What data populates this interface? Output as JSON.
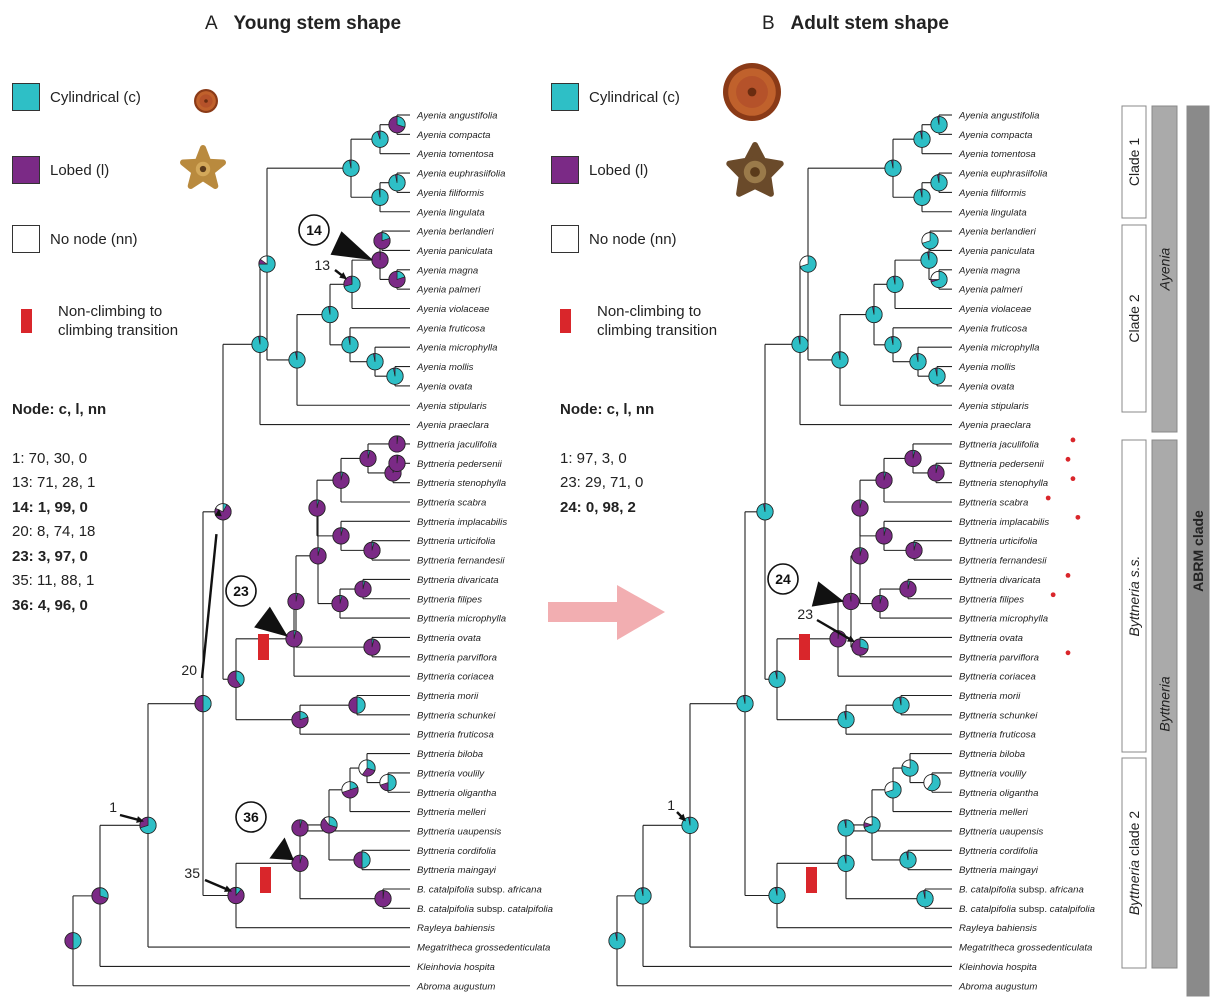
{
  "panels": [
    {
      "letter": "A",
      "title": "Young stem shape"
    },
    {
      "letter": "B",
      "title": "Adult stem shape"
    }
  ],
  "legend": {
    "cylindrical": "Cylindrical (c)",
    "lobed": "Lobed (l)",
    "no_node": "No node (nn)",
    "transition_line1": "Non-climbing to",
    "transition_line2": "climbing transition"
  },
  "colors": {
    "cylindrical": "#2ebfc6",
    "lobed": "#7b2a86",
    "no_node": "#ffffff",
    "transition": "#d9262b",
    "arrow": "#f2aeb1"
  },
  "node_table_header": "Node: c, l, nn",
  "node_table_A": [
    {
      "text": "1: 70, 30, 0",
      "bold": false
    },
    {
      "text": "13: 71, 28, 1",
      "bold": false
    },
    {
      "text": "14: 1, 99, 0",
      "bold": true
    },
    {
      "text": "20: 8, 74, 18",
      "bold": false
    },
    {
      "text": "23: 3, 97, 0",
      "bold": true
    },
    {
      "text": "35: 11, 88, 1",
      "bold": false
    },
    {
      "text": "36: 4, 96, 0",
      "bold": true
    }
  ],
  "node_table_B": [
    {
      "text": "1: 97, 3, 0",
      "bold": false
    },
    {
      "text": "23: 29, 71, 0",
      "bold": false
    },
    {
      "text": "24: 0, 98, 2",
      "bold": true
    }
  ],
  "taxa": [
    {
      "pre": "",
      "name": "Ayenia angustifolia",
      "post": ""
    },
    {
      "pre": "",
      "name": "Ayenia compacta",
      "post": ""
    },
    {
      "pre": "",
      "name": "Ayenia tomentosa",
      "post": ""
    },
    {
      "pre": "",
      "name": "Ayenia euphrasiifolia",
      "post": ""
    },
    {
      "pre": "",
      "name": "Ayenia filiformis",
      "post": ""
    },
    {
      "pre": "",
      "name": "Ayenia lingulata",
      "post": ""
    },
    {
      "pre": "",
      "name": "Ayenia berlandieri",
      "post": ""
    },
    {
      "pre": "",
      "name": "Ayenia paniculata",
      "post": ""
    },
    {
      "pre": "",
      "name": "Ayenia magna",
      "post": ""
    },
    {
      "pre": "",
      "name": "Ayenia palmeri",
      "post": ""
    },
    {
      "pre": "",
      "name": "Ayenia violaceae",
      "post": ""
    },
    {
      "pre": "",
      "name": "Ayenia fruticosa",
      "post": ""
    },
    {
      "pre": "",
      "name": "Ayenia microphylla",
      "post": ""
    },
    {
      "pre": "",
      "name": "Ayenia mollis",
      "post": ""
    },
    {
      "pre": "",
      "name": "Ayenia ovata",
      "post": ""
    },
    {
      "pre": "",
      "name": "Ayenia stipularis",
      "post": ""
    },
    {
      "pre": "",
      "name": "Ayenia praeclara",
      "post": ""
    },
    {
      "pre": "",
      "name": "Byttneria jaculifolia",
      "post": ""
    },
    {
      "pre": "",
      "name": "Byttneria pedersenii",
      "post": ""
    },
    {
      "pre": "",
      "name": "Byttneria stenophylla",
      "post": ""
    },
    {
      "pre": "",
      "name": "Byttneria scabra",
      "post": ""
    },
    {
      "pre": "",
      "name": "Byttneria implacabilis",
      "post": ""
    },
    {
      "pre": "",
      "name": "Byttneria urticifolia",
      "post": ""
    },
    {
      "pre": "",
      "name": "Byttneria fernandesii",
      "post": ""
    },
    {
      "pre": "",
      "name": "Byttneria divaricata",
      "post": ""
    },
    {
      "pre": "",
      "name": "Byttneria filipes",
      "post": ""
    },
    {
      "pre": "",
      "name": "Byttneria microphylla",
      "post": ""
    },
    {
      "pre": "",
      "name": "Byttneria ovata",
      "post": ""
    },
    {
      "pre": "",
      "name": "Byttneria parviflora",
      "post": ""
    },
    {
      "pre": "",
      "name": "Byttneria coriacea",
      "post": ""
    },
    {
      "pre": "",
      "name": "Byttneria morii",
      "post": ""
    },
    {
      "pre": "",
      "name": "Byttneria schunkei",
      "post": ""
    },
    {
      "pre": "",
      "name": "Byttneria fruticosa",
      "post": ""
    },
    {
      "pre": "",
      "name": "Byttneria biloba",
      "post": ""
    },
    {
      "pre": "",
      "name": "Byttneria voulily",
      "post": ""
    },
    {
      "pre": "",
      "name": "Byttneria oligantha",
      "post": ""
    },
    {
      "pre": "",
      "name": "Byttneria melleri",
      "post": ""
    },
    {
      "pre": "",
      "name": "Byttneria uaupensis",
      "post": ""
    },
    {
      "pre": "",
      "name": "Byttneria cordifolia",
      "post": ""
    },
    {
      "pre": "",
      "name": "Byttneria maingayi",
      "post": ""
    },
    {
      "pre": "B. catalpifolia",
      "name": "subsp.",
      "post": "africana"
    },
    {
      "pre": "B. catalpifolia",
      "name": "subsp.",
      "post": "catalpifolia"
    },
    {
      "pre": "",
      "name": "Rayleya bahiensis",
      "post": ""
    },
    {
      "pre": "",
      "name": "Megatritheca grossedenticulata",
      "post": ""
    },
    {
      "pre": "",
      "name": "Kleinhovia hospita",
      "post": ""
    },
    {
      "pre": "",
      "name": "Abroma augustum",
      "post": ""
    }
  ],
  "climbing_taxa_B": [
    "Byttneria jaculifolia",
    "Byttneria pedersenii",
    "Byttneria stenophylla",
    "Byttneria scabra",
    "Byttneria implacabilis",
    "Byttneria divaricata",
    "Byttneria filipes",
    "Byttneria parviflora"
  ],
  "node_labels_A": [
    {
      "text": "1",
      "callout": false
    },
    {
      "text": "13",
      "callout": false
    },
    {
      "text": "14",
      "callout": true
    },
    {
      "text": "20",
      "callout": false
    },
    {
      "text": "23",
      "callout": true
    },
    {
      "text": "35",
      "callout": false
    },
    {
      "text": "36",
      "callout": true
    }
  ],
  "node_labels_B": [
    {
      "text": "1",
      "callout": false
    },
    {
      "text": "23",
      "callout": false
    },
    {
      "text": "24",
      "callout": true
    }
  ],
  "clade_brackets": [
    {
      "label": "Clade 1",
      "italic_part": ""
    },
    {
      "label": "Clade 2",
      "italic_part": ""
    },
    {
      "label": "Ayenia",
      "italic_part": "Ayenia"
    },
    {
      "label": "Byttneria s.s.",
      "italic_part": "Byttneria s.s."
    },
    {
      "label": "Byttneria clade 2",
      "italic_part": "Byttneria"
    },
    {
      "label": "Byttneria",
      "italic_part": "Byttneria"
    },
    {
      "label": "ABRM clade",
      "italic_part": ""
    }
  ]
}
